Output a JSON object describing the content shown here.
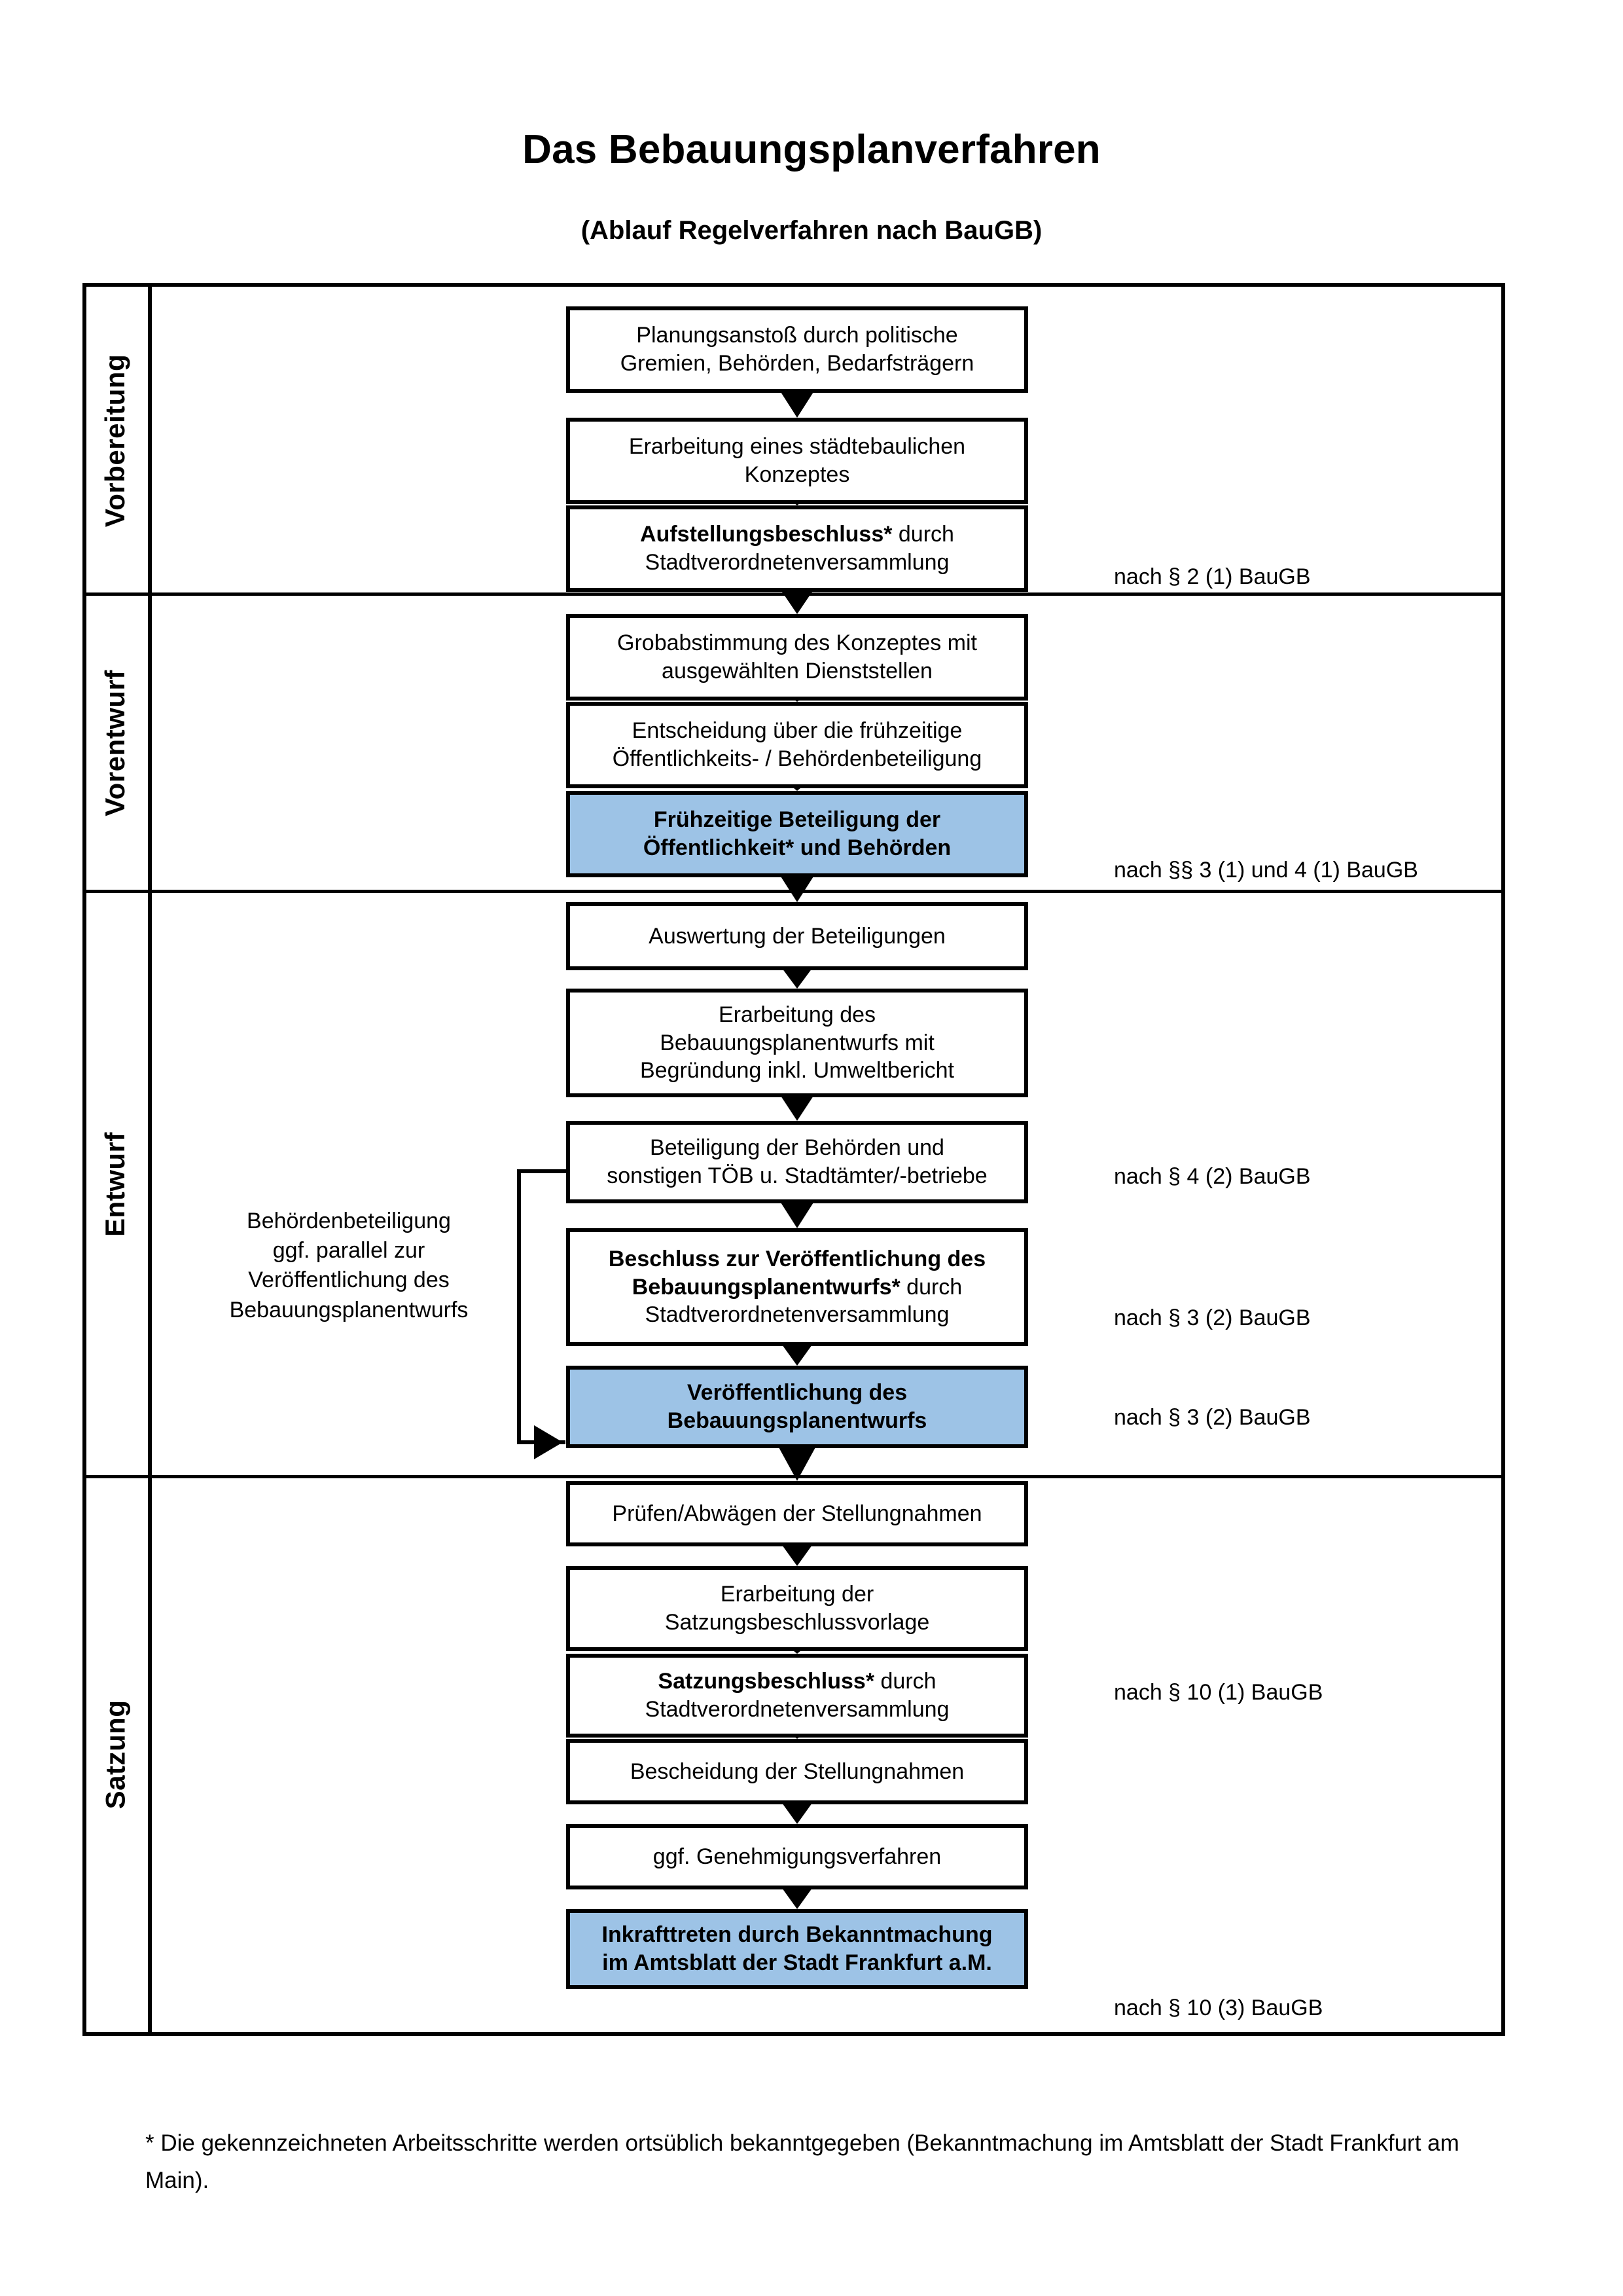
{
  "header": {
    "title": "Das Bebauungsplanverfahren",
    "subtitle": "(Ablauf Regelverfahren nach BauGB)"
  },
  "phases": [
    {
      "label": "Vorbereitung"
    },
    {
      "label": "Vorentwurf"
    },
    {
      "label": "Entwurf"
    },
    {
      "label": "Satzung"
    }
  ],
  "steps": [
    {
      "id": "planungsanstoss",
      "lines": [
        {
          "text": "Planungsanstoß durch politische",
          "bold": false
        },
        {
          "text": "Gremien, Behörden, Bedarfsträgern",
          "bold": false
        }
      ],
      "highlight": false
    },
    {
      "id": "staedtebauliches-konzept",
      "lines": [
        {
          "text": "Erarbeitung eines städtebaulichen",
          "bold": false
        },
        {
          "text": "Konzeptes",
          "bold": false
        }
      ],
      "highlight": false
    },
    {
      "id": "aufstellungsbeschluss",
      "lines": [
        {
          "text": "Aufstellungsbeschluss*",
          "bold": true,
          "suffix": " durch"
        },
        {
          "text": "Stadtverordnetenversammlung",
          "bold": false
        }
      ],
      "highlight": false
    },
    {
      "id": "grobabstimmung",
      "lines": [
        {
          "text": "Grobabstimmung des Konzeptes mit",
          "bold": false
        },
        {
          "text": "ausgewählten Dienststellen",
          "bold": false
        }
      ],
      "highlight": false
    },
    {
      "id": "entscheidung-fruehzeitige",
      "lines": [
        {
          "text": "Entscheidung über die frühzeitige",
          "bold": false
        },
        {
          "text": "Öffentlichkeits- / Behördenbeteiligung",
          "bold": false
        }
      ],
      "highlight": false
    },
    {
      "id": "fruehzeitige-beteiligung",
      "lines": [
        {
          "text": "Frühzeitige Beteiligung der",
          "bold": true
        },
        {
          "text": "Öffentlichkeit* und Behörden",
          "bold": true
        }
      ],
      "highlight": true
    },
    {
      "id": "auswertung-beteiligungen",
      "lines": [
        {
          "text": "Auswertung der Beteiligungen",
          "bold": false
        }
      ],
      "highlight": false
    },
    {
      "id": "erarbeitung-bplanentwurf",
      "lines": [
        {
          "text": "Erarbeitung des",
          "bold": false
        },
        {
          "text": "Bebauungsplanentwurfs mit",
          "bold": false
        },
        {
          "text": "Begründung inkl. Umweltbericht",
          "bold": false
        }
      ],
      "highlight": false
    },
    {
      "id": "beteiligung-behoerden-toeb",
      "lines": [
        {
          "text": "Beteiligung der Behörden und",
          "bold": false
        },
        {
          "text": "sonstigen TÖB u. Stadtämter/-betriebe",
          "bold": false
        }
      ],
      "highlight": false
    },
    {
      "id": "beschluss-veroeffentlichung",
      "lines": [
        {
          "text": "Beschluss zur Veröffentlichung des",
          "bold": true
        },
        {
          "text": "Bebauungsplanentwurfs*",
          "bold": true,
          "suffix": " durch"
        },
        {
          "text": "Stadtverordnetenversammlung",
          "bold": false
        }
      ],
      "highlight": false
    },
    {
      "id": "veroeffentlichung-bplanentwurf",
      "lines": [
        {
          "text": "Veröffentlichung des",
          "bold": true
        },
        {
          "text": "Bebauungsplanentwurfs",
          "bold": true
        }
      ],
      "highlight": true
    },
    {
      "id": "pruefen-abwaegen",
      "lines": [
        {
          "text": "Prüfen/Abwägen der Stellungnahmen",
          "bold": false
        }
      ],
      "highlight": false
    },
    {
      "id": "satzungsbeschlussvorlage",
      "lines": [
        {
          "text": "Erarbeitung der",
          "bold": false
        },
        {
          "text": "Satzungsbeschlussvorlage",
          "bold": false
        }
      ],
      "highlight": false
    },
    {
      "id": "satzungsbeschluss",
      "lines": [
        {
          "text": "Satzungsbeschluss*",
          "bold": true,
          "suffix": " durch"
        },
        {
          "text": "Stadtverordnetenversammlung",
          "bold": false
        }
      ],
      "highlight": false
    },
    {
      "id": "bescheidung-stellungnahmen",
      "lines": [
        {
          "text": "Bescheidung der Stellungnahmen",
          "bold": false
        }
      ],
      "highlight": false
    },
    {
      "id": "genehmigungsverfahren",
      "lines": [
        {
          "text": "ggf. Genehmigungsverfahren",
          "bold": false
        }
      ],
      "highlight": false
    },
    {
      "id": "inkrafttreten",
      "lines": [
        {
          "text": "Inkrafttreten",
          "bold": true,
          "suffix": " durch Bekanntmachung"
        },
        {
          "text": "im Amtsblatt der Stadt Frankfurt a.M.",
          "bold": false
        }
      ],
      "highlight": true
    }
  ],
  "legal_notes": [
    {
      "id": "note-par2-1",
      "text": "nach § 2 (1) BauGB"
    },
    {
      "id": "note-par3-1-4-1",
      "text": "nach §§ 3 (1) und 4 (1) BauGB"
    },
    {
      "id": "note-par4-2",
      "text": "nach § 4 (2) BauGB"
    },
    {
      "id": "note-par3-2-a",
      "text": "nach § 3 (2) BauGB"
    },
    {
      "id": "note-par3-2-b",
      "text": "nach § 3 (2) BauGB"
    },
    {
      "id": "note-par10-1",
      "text": "nach § 10 (1) BauGB"
    },
    {
      "id": "note-par10-3",
      "text": "nach § 10 (3) BauGB"
    }
  ],
  "side_annotation": {
    "lines": [
      "Behördenbeteiligung",
      "ggf. parallel zur",
      "Veröffentlichung des",
      "Bebauungsplanentwurfs"
    ]
  },
  "footnote": {
    "text": "* Die gekennzeichneten Arbeitsschritte werden ortsüblich bekanntgegeben (Bekanntmachung im Amtsblatt  der Stadt Frankfurt am Main)."
  },
  "colors": {
    "highlight": "#9DC3E6",
    "lane1": "#F2F2F2",
    "lane2": "#E6E6E6",
    "lane3": "#D9D9D9",
    "lane4": "#BFBFBF",
    "outline": "#000000"
  }
}
